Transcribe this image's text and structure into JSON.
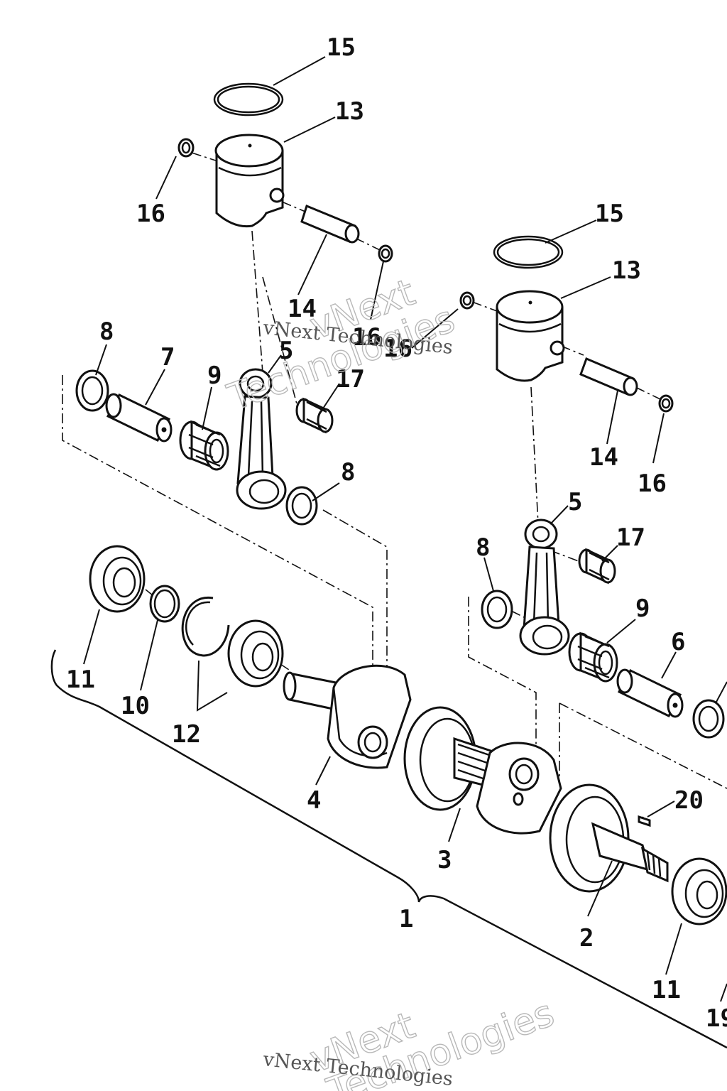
{
  "callouts": {
    "c15a": "15",
    "c13a": "13",
    "c16a": "16",
    "c14a": "14",
    "c16b": "16",
    "c8a": "8",
    "c7": "7",
    "c9a": "9",
    "c5a": "5",
    "c17a": "17",
    "c8b": "8",
    "c16c": "16",
    "c15b": "15",
    "c13b": "13",
    "c14b": "14",
    "c16d": "16",
    "c5b": "5",
    "c17b": "17",
    "c8c": "8",
    "c9b": "9",
    "c6": "6",
    "c11a": "11",
    "c10": "10",
    "c12": "12",
    "c4": "4",
    "c3": "3",
    "c20": "20",
    "c1": "1",
    "c2": "2",
    "c11b": "11",
    "c19": "19"
  },
  "watermark": {
    "brand_line1": "vNext",
    "brand_line2": "Technologies",
    "caption": "vNext Technologies"
  }
}
